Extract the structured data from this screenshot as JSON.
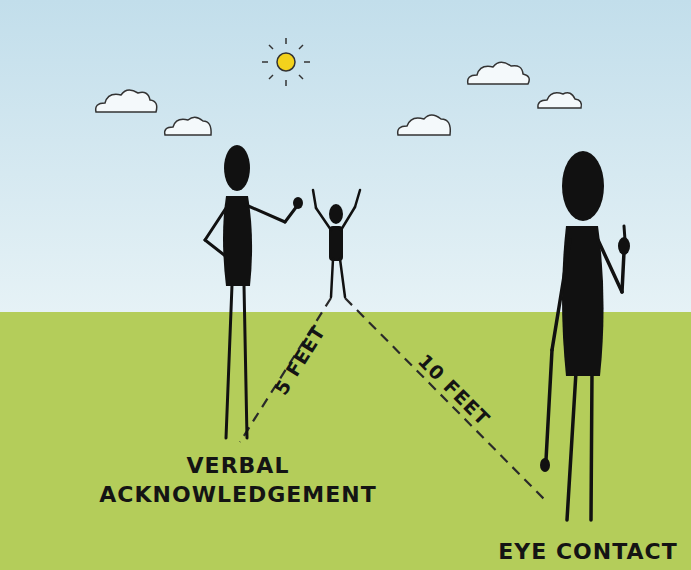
{
  "diagram": {
    "labels": [
      "5 FEET",
      "10 FEET",
      "VERBAL ACKNOWLEDGEMENT",
      "EYE CONTACT"
    ]
  }
}
